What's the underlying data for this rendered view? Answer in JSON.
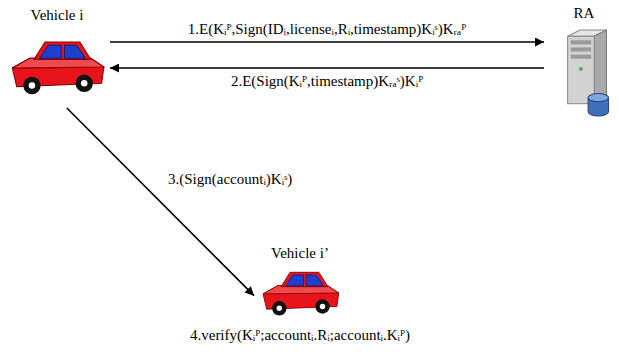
{
  "diagram": {
    "nodes": [
      {
        "text": [
          "Vehicle i"
        ]
      },
      {
        "text": [
          "RA"
        ]
      },
      {
        "text": [
          "Vehicle i’"
        ]
      }
    ],
    "edges": [
      {
        "from": 0,
        "to": 1,
        "arrow": "to",
        "label": "1.E(Kᵢᴾ,Sign(IDᵢ,licenseᵢ,Rᵢ,timestamp)Kᵢˢ)Kᵣₐᴾ"
      },
      {
        "from": 1,
        "to": 0,
        "arrow": "to",
        "label": "2.E(Sign(Kᵢᴾ,timestamp)Kᵣₐˢ)Kᵢᴾ"
      },
      {
        "from": 0,
        "to": 2,
        "arrow": "to",
        "label": "3.(Sign(accountᵢ)Kᵢˢ)"
      }
    ],
    "labels": [
      "4.verify(Kᵢᴾ;accountᵢ.Rᵢ;accountᵢ.Kᵢᴾ)"
    ]
  }
}
